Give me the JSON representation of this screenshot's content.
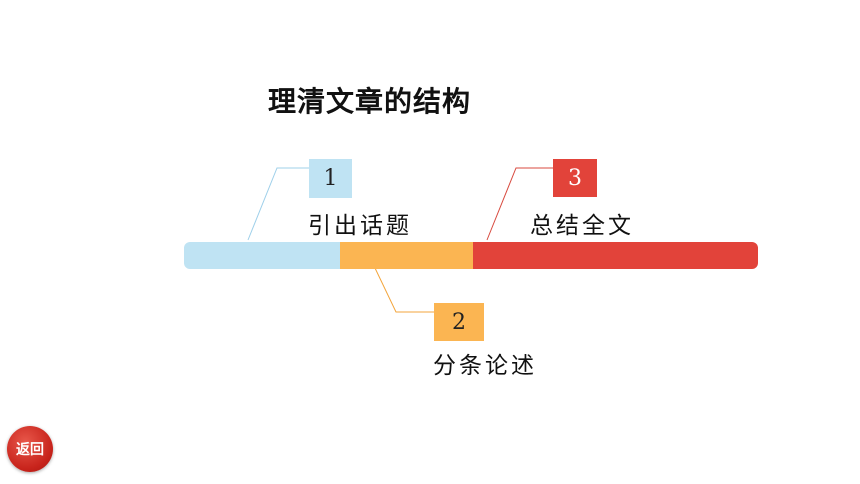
{
  "title": "理清文章的结构",
  "colors": {
    "step1": "#bfe3f3",
    "step2": "#fbb552",
    "step3": "#e2433a",
    "back_button": "#c8241c"
  },
  "steps": [
    {
      "number": "1",
      "label": "引出话题",
      "color": "#bfe3f3"
    },
    {
      "number": "2",
      "label": "分条论述",
      "color": "#fbb552"
    },
    {
      "number": "3",
      "label": "总结全文",
      "color": "#e2433a"
    }
  ],
  "back_button": {
    "label": "返回"
  }
}
